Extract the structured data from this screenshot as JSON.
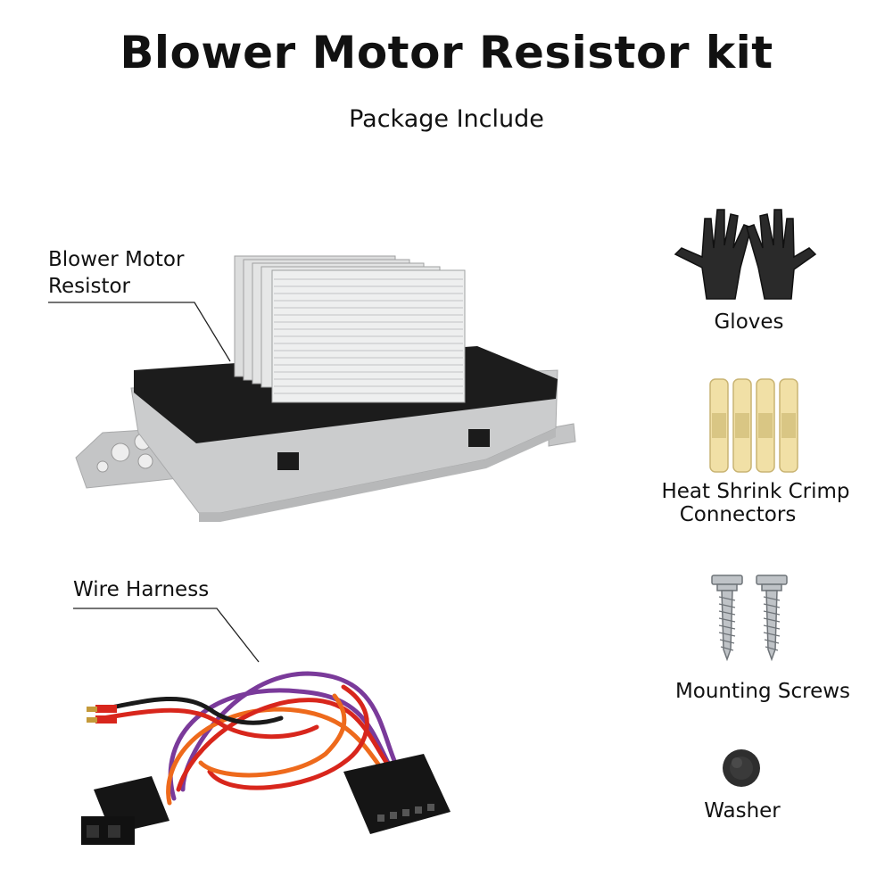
{
  "header": {
    "title": "Blower Motor Resistor kit",
    "subtitle": "Package Include"
  },
  "items": {
    "resistor": {
      "label_line1": "Blower Motor",
      "label_line2": "Resistor",
      "icon": "resistor-icon"
    },
    "harness": {
      "label": "Wire Harness",
      "icon": "wire-harness-icon"
    },
    "gloves": {
      "label": "Gloves",
      "icon": "gloves-icon"
    },
    "connectors": {
      "label_line1": "Heat Shrink Crimp",
      "label_line2": "Connectors",
      "icon": "crimp-connector-icon"
    },
    "screws": {
      "label": "Mounting Screws",
      "icon": "screw-icon"
    },
    "washer": {
      "label": "Washer",
      "icon": "washer-icon"
    }
  },
  "colors": {
    "housing": "#c9cacb",
    "foam": "#1a1a1a",
    "heatsink": "#e6e7e8",
    "wire_red": "#d8261c",
    "wire_orange": "#ee6a1c",
    "wire_purple": "#7a3a9a",
    "connector_tube": "#f1e0a6"
  }
}
